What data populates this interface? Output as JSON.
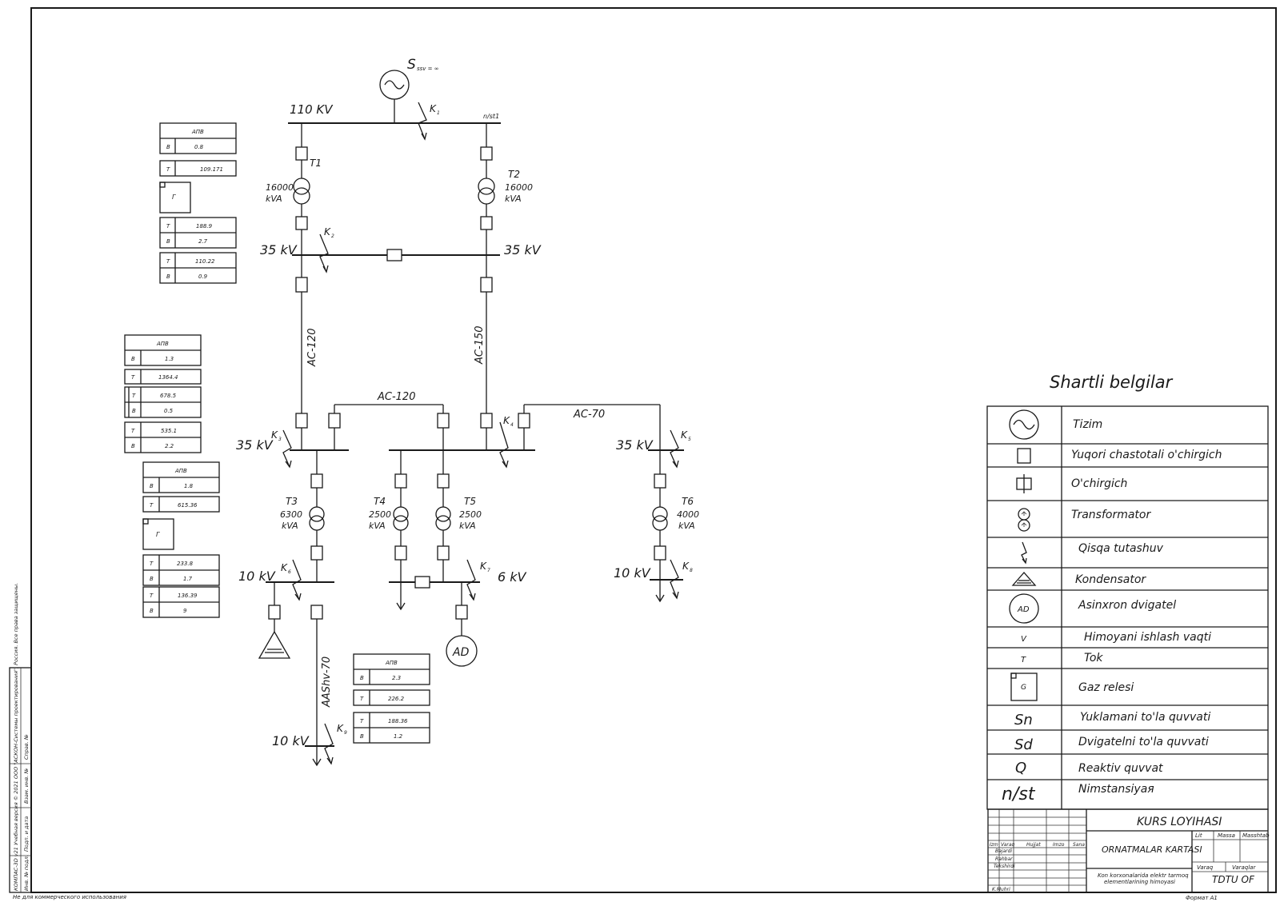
{
  "system": {
    "label": "S",
    "sub": "ssv = ∞"
  },
  "buses": {
    "bus_110": "110 KV",
    "pst": "n/st1",
    "bus35_left": "35 kV",
    "bus35_right": "35 kV",
    "bus35_b1": "35 kV",
    "bus35_b3": "35 kV",
    "bus10_t3": "10 kV",
    "bus6": "6 kV",
    "bus10_t6": "10 kV",
    "bus10_end": "10 kV"
  },
  "transformers": [
    {
      "name": "T1",
      "power": "16000",
      "unit": "kVA"
    },
    {
      "name": "T2",
      "power": "16000",
      "unit": "kVA"
    },
    {
      "name": "T3",
      "power": "6300",
      "unit": "kVA"
    },
    {
      "name": "T4",
      "power": "2500",
      "unit": "kVA"
    },
    {
      "name": "T5",
      "power": "2500",
      "unit": "kVA"
    },
    {
      "name": "T6",
      "power": "4000",
      "unit": "kVA"
    }
  ],
  "faults": {
    "k1": "K",
    "s1": "1",
    "k2": "K",
    "s2": "2",
    "k3": "K",
    "s3": "3",
    "k4": "K",
    "s4": "4",
    "k5": "K",
    "s5": "5",
    "k6": "K",
    "s6": "6",
    "k7": "K",
    "s7": "7",
    "k8": "K",
    "s8": "8",
    "k9": "K",
    "s9": "9"
  },
  "lines": {
    "ac120_left": "AC-120",
    "ac150": "AC-150",
    "ac120_top": "AC-120",
    "ac70": "AC-70",
    "aashv": "AAShv-70"
  },
  "motor": "AD",
  "relay_group1": {
    "apv": "АПВ",
    "r1": {
      "k": "B",
      "v": "0.8"
    },
    "r2": {
      "k": "T",
      "v": "109.171"
    },
    "gas": "Г",
    "r3": {
      "k": "T",
      "v": "188.9"
    },
    "r4": {
      "k": "B",
      "v": "2.7"
    },
    "r5": {
      "k": "T",
      "v": "110.22"
    },
    "r6": {
      "k": "B",
      "v": "0.9"
    }
  },
  "relay_group2": {
    "apv": "АПВ",
    "r1": {
      "k": "B",
      "v": "1.3"
    },
    "r2": {
      "k": "T",
      "v": "1364.4"
    },
    "r3": {
      "k": "T",
      "v": "678.5"
    },
    "r4": {
      "k": "B",
      "v": "0.5"
    },
    "r5": {
      "k": "T",
      "v": "535.1"
    },
    "r6": {
      "k": "B",
      "v": "2.2"
    }
  },
  "relay_group3": {
    "apv": "АПВ",
    "r1": {
      "k": "B",
      "v": "1.8"
    },
    "r2": {
      "k": "T",
      "v": "615.36"
    },
    "gas": "Г",
    "r3": {
      "k": "T",
      "v": "233.8"
    },
    "r4": {
      "k": "B",
      "v": "1.7"
    },
    "r5": {
      "k": "T",
      "v": "136.39"
    },
    "r6": {
      "k": "B",
      "v": "9"
    }
  },
  "relay_group4": {
    "apv": "АПВ",
    "r1": {
      "k": "B",
      "v": "2.3"
    },
    "r2": {
      "k": "T",
      "v": "226.2"
    },
    "r3": {
      "k": "T",
      "v": "188.36"
    },
    "r4": {
      "k": "B",
      "v": "1.2"
    }
  },
  "legend": {
    "title": "Shartli belgilar",
    "items": [
      {
        "icon": "system-source-icon",
        "label": "Tizim"
      },
      {
        "icon": "hf-breaker-icon",
        "label": "Yuqori chastotali o'chirgich"
      },
      {
        "icon": "breaker-icon",
        "label": "O'chirgich"
      },
      {
        "icon": "transformer-icon",
        "label": "Transformator"
      },
      {
        "icon": "short-circuit-icon",
        "label": "Qisqa tutashuv"
      },
      {
        "icon": "capacitor-icon",
        "label": "Kondensator"
      },
      {
        "icon": "motor-icon",
        "symbol": "AD",
        "label": "Asinxron dvigatel"
      },
      {
        "icon": "time-letter-icon",
        "symbol": "V",
        "label": "Himoyani ishlash vaqti"
      },
      {
        "icon": "current-letter-icon",
        "symbol": "T",
        "label": "Tok"
      },
      {
        "icon": "gas-relay-icon",
        "symbol": "G",
        "label": "Gaz relesi"
      },
      {
        "icon": "load-power-icon",
        "symbol": "Sn",
        "label": "Yuklamani to'la quvvati"
      },
      {
        "icon": "motor-power-icon",
        "symbol": "Sd",
        "label": "Dvigatelni to'la quvvati"
      },
      {
        "icon": "reactive-power-icon",
        "symbol": "Q",
        "label": "Reaktiv quvvat"
      },
      {
        "icon": "substation-icon",
        "symbol": "n/st",
        "label": "Nimstansiyaя"
      }
    ]
  },
  "title_block": {
    "project": "KURS LOYIHASI",
    "sheet_name": "ORNATMALAR KARTASI",
    "description_line1": "Kon korxonalarida elektr tarmoq",
    "description_line2": "elementlarining himoyasi",
    "org": "TDTU OF",
    "col_izm": "Izm",
    "col_list": "Varaq",
    "col_doc": "Hujjat",
    "col_sign": "Imzo",
    "col_date": "Sana",
    "row_razrab": "Bajardi",
    "row_prov": "Rahbar",
    "row_tkontr": "Tekshirdi",
    "row_nkontr": "K.Muhri",
    "lit": "Lit",
    "mass": "Massa",
    "scale": "Masshtab",
    "sheet": "Varaq",
    "sheets": "Varaqlar",
    "format": "Формат   A1"
  },
  "side_stamp": {
    "line1": "КОМПАС-3D v21 Учебная версия © 2021 ООО \"АСКОН-Системы проектирования\", Россия. Все права защищены.",
    "line2": "Не для коммерческого использования",
    "c1": "Инв. № подл.",
    "c2": "Подп. и дата",
    "c3": "Взам. инв. №",
    "c4": "Справ. №"
  }
}
